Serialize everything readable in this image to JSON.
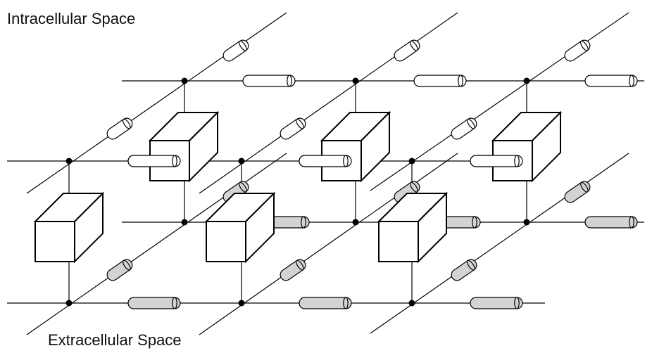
{
  "labels": {
    "intracellular": "Intracellular Space",
    "extracellular": "Extracellular Space"
  },
  "colors": {
    "line": "#000000",
    "intracellular_resistor": "#ffffff",
    "extracellular_resistor": "#d3d3d3",
    "cell_box": "#ffffff"
  },
  "structure": {
    "layers": [
      "intracellular",
      "extracellular"
    ],
    "rows_per_layer": 2,
    "columns": 3,
    "cells": 6
  }
}
